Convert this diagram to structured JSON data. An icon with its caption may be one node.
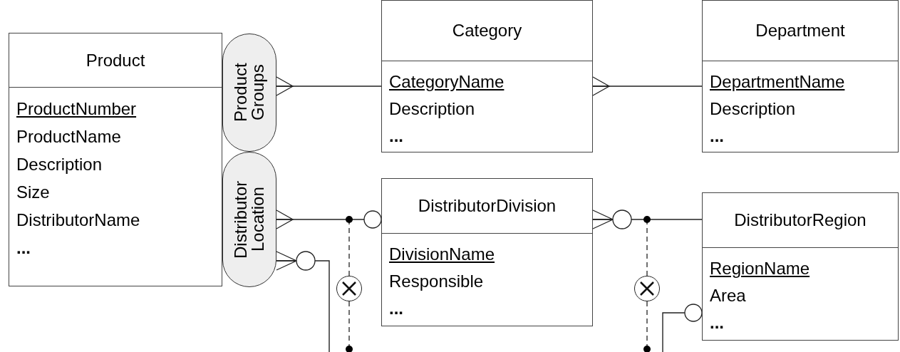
{
  "diagram": {
    "nodes": [
      {
        "text": [
          "Product",
          "ProductNumber",
          "ProductName",
          "Description",
          "Size",
          "DistributorName",
          "..."
        ]
      },
      {
        "text": [
          "Product Groups"
        ]
      },
      {
        "text": [
          "Distributor Location"
        ]
      },
      {
        "text": [
          "Category",
          "CategoryName",
          "Description",
          "..."
        ]
      },
      {
        "text": [
          "Department",
          "DepartmentName",
          "Description",
          "..."
        ]
      },
      {
        "text": [
          "DistributorDivision",
          "DivisionName",
          "Responsible",
          "..."
        ]
      },
      {
        "text": [
          "DistributorRegion",
          "RegionName",
          "Area",
          "..."
        ]
      },
      {
        "text": [],
        "shape": "circle"
      },
      {
        "text": [],
        "shape": "circle"
      }
    ],
    "edges": [
      {
        "from": 1,
        "to": 3,
        "arrow": "other"
      },
      {
        "from": 3,
        "to": 4,
        "arrow": "other"
      },
      {
        "from": 2,
        "to": 5,
        "arrow": "other"
      },
      {
        "from": 2,
        "to": null,
        "arrow": "other"
      },
      {
        "from": 5,
        "to": 6,
        "arrow": "other"
      },
      {
        "from": 6,
        "to": null,
        "arrow": "other"
      },
      {
        "from": 7,
        "to": null,
        "arrow": "other",
        "style": "dashed"
      },
      {
        "from": 7,
        "to": null,
        "arrow": "other",
        "style": "dashed"
      },
      {
        "from": 8,
        "to": null,
        "arrow": "other",
        "style": "dashed"
      },
      {
        "from": 8,
        "to": null,
        "arrow": "other",
        "style": "dashed"
      }
    ]
  }
}
